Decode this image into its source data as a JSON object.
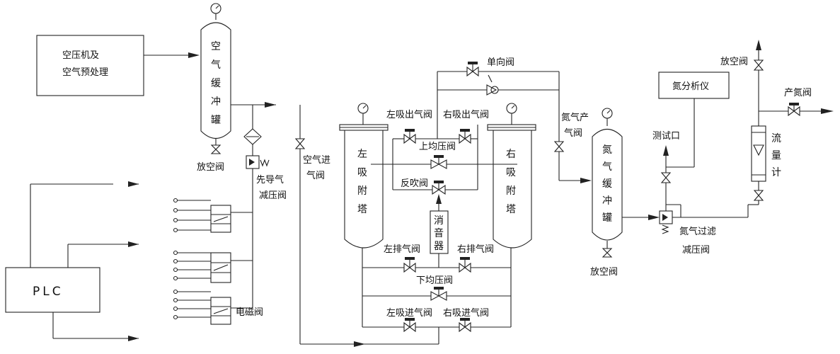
{
  "labels": {
    "compressor_line1": "空压机及",
    "compressor_line2": "空气预处理",
    "air_tank": [
      "空",
      "气",
      "缓",
      "冲",
      "罐"
    ],
    "vent_valve": "放空阀",
    "pilot_line1": "先导气",
    "pilot_line2": "减压阀",
    "air_inlet_line1": "空气进",
    "air_inlet_line2": "气阀",
    "plc": "PLC",
    "solenoid": "电磁阀",
    "left_tower": [
      "左",
      "吸",
      "附",
      "塔"
    ],
    "right_tower": [
      "右",
      "吸",
      "附",
      "塔"
    ],
    "left_outlet": "左吸出气阀",
    "right_outlet": "右吸出气阀",
    "upper_equalize": "上均压阀",
    "backflush": "反吹阀",
    "muffler": [
      "消",
      "音",
      "器"
    ],
    "left_exhaust": "左排气阀",
    "right_exhaust": "右排气阀",
    "lower_equalize": "下均压阀",
    "left_inlet": "左吸进气阀",
    "right_inlet": "右吸进气阀",
    "check_valve": "单向阀",
    "n2_product_line1": "氮气产",
    "n2_product_line2": "气阀",
    "n2_tank": [
      "氮",
      "气",
      "缓",
      "冲",
      "罐"
    ],
    "n2_vent": "放空阀",
    "analyzer": "氮分析仪",
    "test_port": "测试口",
    "n2_filter_line1": "氮气过滤",
    "n2_filter_line2": "减压阀",
    "top_vent": "放空阀",
    "product_valve": "产氮阀",
    "flowmeter": [
      "流",
      "量",
      "计"
    ]
  }
}
